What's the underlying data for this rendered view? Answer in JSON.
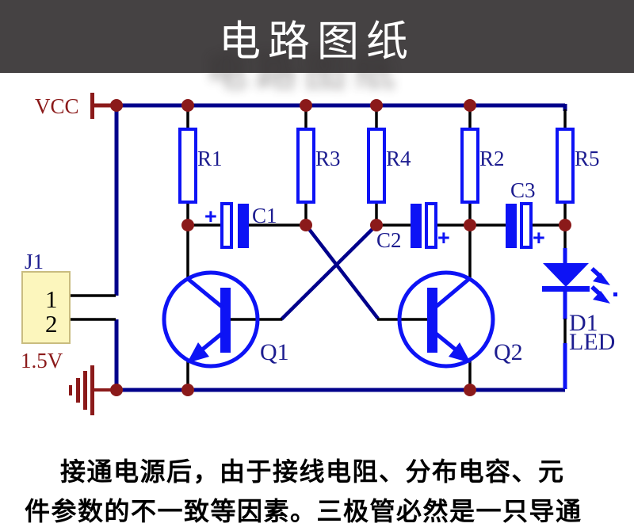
{
  "title_banner": {
    "title": "电路图纸",
    "background_color": "#454243",
    "text_color": "#ffffff"
  },
  "schematic": {
    "power_label": "VCC",
    "colors": {
      "bus_wire": "#00008b",
      "plain_wire": "#000000",
      "component": "#0d13f5",
      "junction_dot": "#8b1a1a",
      "power_red": "#8b1a1a",
      "label_navy": "#1c1c8f",
      "connector_fill": "#fcf6bd"
    },
    "resistors": [
      {
        "ref": "R1"
      },
      {
        "ref": "R3"
      },
      {
        "ref": "R4"
      },
      {
        "ref": "R2"
      },
      {
        "ref": "R5"
      }
    ],
    "capacitors": [
      {
        "ref": "C1",
        "polarity": "+"
      },
      {
        "ref": "C2",
        "polarity": "+"
      },
      {
        "ref": "C3",
        "polarity": "+"
      }
    ],
    "transistors": [
      {
        "ref": "Q1"
      },
      {
        "ref": "Q2"
      }
    ],
    "diode": {
      "ref": "D1",
      "type": "LED"
    },
    "connector": {
      "ref": "J1",
      "pins": [
        "1",
        "2"
      ],
      "voltage": "1.5V"
    }
  },
  "description": {
    "line1": "接通电源后，由于接线电阻、分布电容、元",
    "line2": "件参数的不一致等因素。三极管必然是一只导通"
  }
}
